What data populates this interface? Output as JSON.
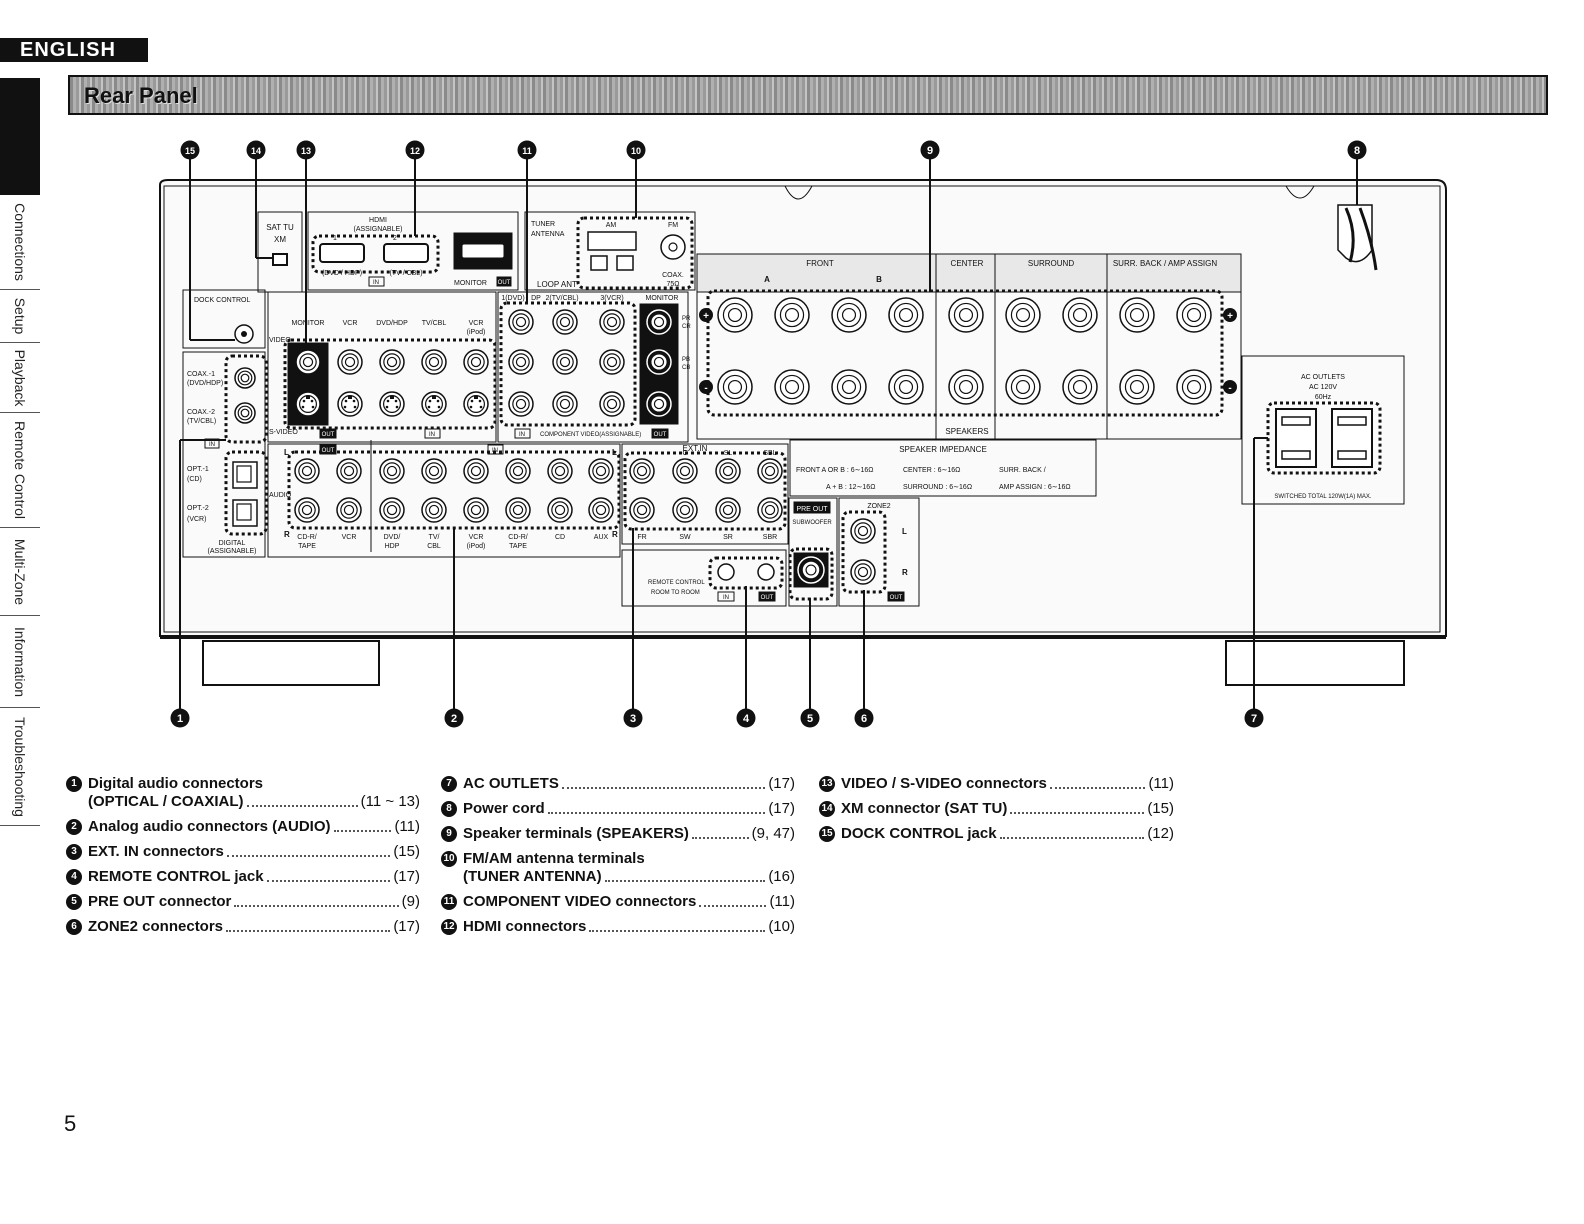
{
  "language_tab": "ENGLISH",
  "side_nav": [
    {
      "label": "Connections",
      "height": 95
    },
    {
      "label": "Setup",
      "height": 53
    },
    {
      "label": "Playback",
      "height": 70
    },
    {
      "label": "Remote Control",
      "height": 115
    },
    {
      "label": "Multi-Zone",
      "height": 88
    },
    {
      "label": "Information",
      "height": 92
    },
    {
      "label": "Troubleshooting",
      "height": 118
    }
  ],
  "header": {
    "title": "Rear Panel"
  },
  "callouts": {
    "top": [
      "15",
      "14",
      "13",
      "12",
      "11",
      "10",
      "9",
      "8"
    ],
    "bottom": [
      "1",
      "2",
      "3",
      "4",
      "5",
      "6",
      "7"
    ]
  },
  "panel": {
    "sat_tu": "SAT TU",
    "xm": "XM",
    "hdmi": "HDMI",
    "assignable": "(ASSIGNABLE)",
    "hdmi_1": "1",
    "hdmi_2": "2",
    "dvd_hdp": "(DVD / HDP)",
    "tv_cbl": "(TV / CBL)",
    "in": "IN",
    "out": "OUT",
    "monitor": "MONITOR",
    "tuner": "TUNER",
    "antenna": "ANTENNA",
    "am": "AM",
    "fm": "FM",
    "loop_ant": "LOOP ANT",
    "coax": "COAX.",
    "ohm": "75Ω",
    "dock_control": "DOCK CONTROL",
    "video": "VIDEO",
    "svideo": "S-VIDEO",
    "vid_cols": [
      "MONITOR",
      "VCR",
      "DVD/HDP",
      "TV/CBL",
      "VCR"
    ],
    "ipod": "(iPod)",
    "comp_cols": [
      "1(DVD)",
      "DP",
      "2(TV/CBL)",
      "3(VCR)",
      "MONITOR"
    ],
    "component_video": "COMPONENT VIDEO(ASSIGNABLE)",
    "pr": "PR",
    "cr": "CR",
    "pb": "PB",
    "cb": "CB",
    "coax1": "COAX.-1",
    "coax1b": "(DVD/HDP)",
    "coax2": "COAX.-2",
    "coax2b": "(TV/CBL)",
    "opt1": "OPT.-1",
    "opt1b": "(CD)",
    "opt2": "OPT.-2",
    "opt2b": "(VCR)",
    "digital": "DIGITAL",
    "digital_assign": "(ASSIGNABLE)",
    "audio": "AUDIO",
    "l": "L",
    "r": "R",
    "audio_cols": [
      "CD-R/",
      "VCR",
      "DVD/",
      "TV/",
      "VCR",
      "CD-R/",
      "CD",
      "AUX"
    ],
    "audio_cols2": [
      "TAPE",
      "",
      "HDP",
      "CBL",
      "(iPod)",
      "TAPE",
      "",
      ""
    ],
    "extin": "EXT.IN",
    "extin_top": [
      "C",
      "SL",
      "SBL"
    ],
    "extin_bottom": [
      "FR",
      "SW",
      "SR",
      "SBR"
    ],
    "front": "FRONT",
    "center": "CENTER",
    "surround": "SURROUND",
    "surr_back": "SURR. BACK / AMP ASSIGN",
    "a": "A",
    "b": "B",
    "speakers": "SPEAKERS",
    "speaker_impedance": "SPEAKER IMPEDANCE",
    "imp1": "FRONT  A OR B : 6∼16Ω",
    "imp2": "CENTER     : 6∼16Ω",
    "imp3": "SURR. BACK /",
    "imp4": "A + B : 12∼16Ω",
    "imp5": "SURROUND : 6∼16Ω",
    "imp6": "AMP ASSIGN : 6∼16Ω",
    "pre_out": "PRE OUT",
    "subwoofer": "SUBWOOFER",
    "zone2": "ZONE2",
    "remote_control": "REMOTE CONTROL",
    "room_to_room": "ROOM TO ROOM",
    "ac_outlets": "AC OUTLETS",
    "ac_120v": "AC 120V",
    "hz": "60Hz",
    "switched": "SWITCHED TOTAL 120W(1A) MAX."
  },
  "legend": [
    [
      {
        "n": "1",
        "lines": [
          "Digital audio connectors"
        ],
        "last": "(OPTICAL / COAXIAL)",
        "page": "(11 ~ 13)"
      },
      {
        "n": "2",
        "lines": [],
        "last": "Analog audio connectors (AUDIO)",
        "page": "(11)"
      },
      {
        "n": "3",
        "lines": [],
        "last": "EXT. IN connectors",
        "page": "(15)"
      },
      {
        "n": "4",
        "lines": [],
        "last": "REMOTE CONTROL jack",
        "page": "(17)"
      },
      {
        "n": "5",
        "lines": [],
        "last": "PRE OUT connector",
        "page": "(9)"
      },
      {
        "n": "6",
        "lines": [],
        "last": "ZONE2 connectors",
        "page": "(17)"
      }
    ],
    [
      {
        "n": "7",
        "lines": [],
        "last": "AC OUTLETS",
        "page": "(17)"
      },
      {
        "n": "8",
        "lines": [],
        "last": "Power cord",
        "page": "(17)"
      },
      {
        "n": "9",
        "lines": [],
        "last": "Speaker terminals (SPEAKERS)",
        "page": "(9, 47)"
      },
      {
        "n": "10",
        "lines": [
          "FM/AM antenna terminals"
        ],
        "last": "(TUNER ANTENNA)",
        "page": "(16)"
      },
      {
        "n": "11",
        "lines": [],
        "last": "COMPONENT VIDEO connectors",
        "page": "(11)"
      },
      {
        "n": "12",
        "lines": [],
        "last": "HDMI connectors",
        "page": "(10)"
      }
    ],
    [
      {
        "n": "13",
        "lines": [],
        "last": "VIDEO / S-VIDEO connectors",
        "page": "(11)"
      },
      {
        "n": "14",
        "lines": [],
        "last": "XM connector (SAT TU)",
        "page": "(15)"
      },
      {
        "n": "15",
        "lines": [],
        "last": "DOCK CONTROL jack",
        "page": "(12)"
      }
    ]
  ],
  "page_number": "5"
}
